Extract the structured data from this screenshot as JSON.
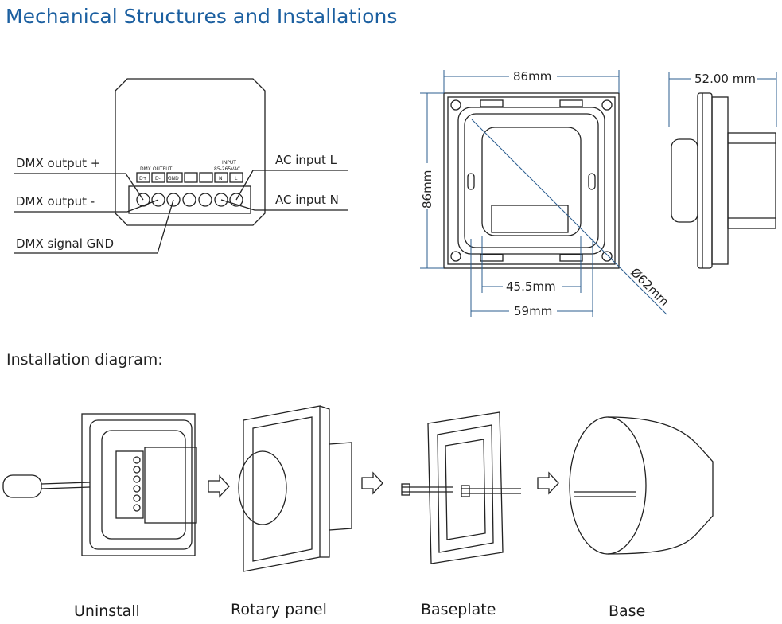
{
  "title": "Mechanical Structures and Installations",
  "wiring": {
    "labels": {
      "dmx_plus": "DMX output +",
      "dmx_minus": "DMX output -",
      "dmx_gnd": "DMX signal GND",
      "ac_l": "AC input  L",
      "ac_n": "AC input N"
    },
    "block": {
      "dmx_output": "DMX OUTPUT",
      "input": "INPUT",
      "voltage": "85-265VAC",
      "terminals": [
        "D+",
        "D-",
        "GND",
        "",
        "",
        "N",
        "L"
      ]
    }
  },
  "dimensions": {
    "width": "86mm",
    "height": "86mm",
    "depth": "52.00 mm",
    "inner_1": "45.5mm",
    "inner_2": "59mm",
    "diameter": "Ø62mm"
  },
  "installation_title": "Installation diagram:",
  "steps": [
    "Uninstall",
    "Rotary panel",
    "Baseplate",
    "Base"
  ],
  "colors": {
    "title": "#1b5fa0",
    "dimension_line": "#2b5d8f"
  }
}
